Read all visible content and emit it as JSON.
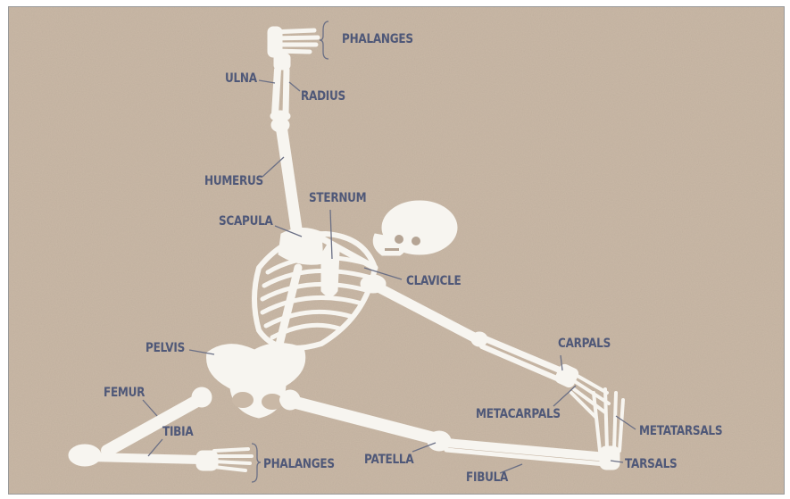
{
  "colors": {
    "background": "#c9b8a6",
    "bone": "#f7f5f0",
    "label": "#4f5878",
    "leader": "#6a6f85"
  },
  "labels": {
    "phalanges_hand": "PHALANGES",
    "ulna": "ULNA",
    "radius": "RADIUS",
    "humerus": "HUMERUS",
    "sternum": "STERNUM",
    "scapula": "SCAPULA",
    "clavicle": "CLAVICLE",
    "pelvis": "PELVIS",
    "carpals": "CARPALS",
    "femur": "FEMUR",
    "metacarpals": "METACARPALS",
    "metatarsals": "METATARSALS",
    "tibia": "TIBIA",
    "phalanges_foot": "PHALANGES",
    "patella": "PATELLA",
    "tarsals": "TARSALS",
    "fibula": "FIBULA"
  }
}
